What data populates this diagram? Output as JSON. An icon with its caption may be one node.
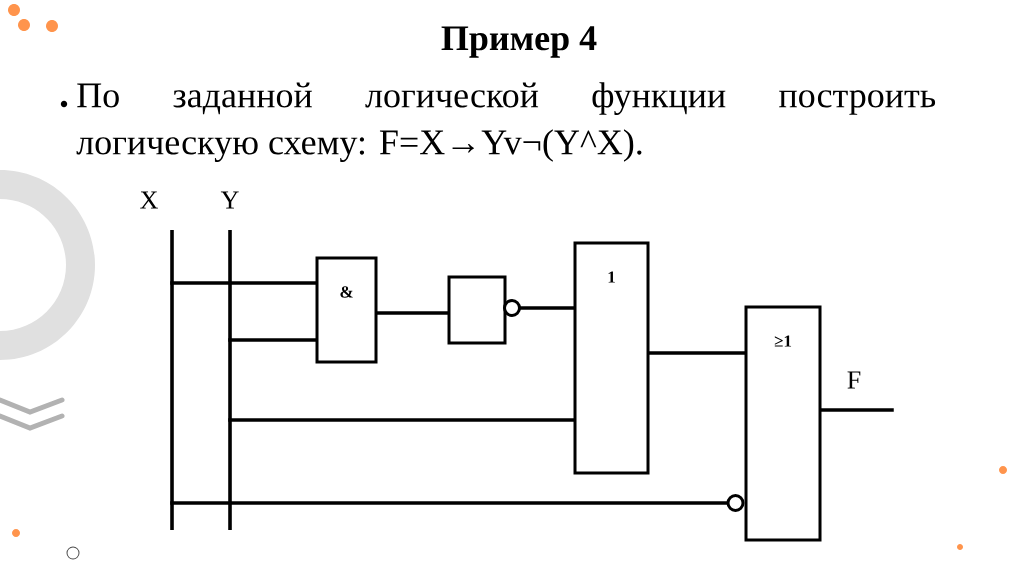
{
  "diagram": {
    "title": "Пример 4",
    "nodes": [
      {
        "text": [
          "X"
        ]
      },
      {
        "text": [
          "Y"
        ]
      },
      {
        "text": [
          "&"
        ]
      },
      {
        "text": [],
        "shape": "box"
      },
      {
        "text": [
          "1"
        ]
      },
      {
        "text": [
          "≥1"
        ]
      }
    ],
    "edges": [
      {
        "from": 0,
        "to": 2,
        "arrow": "none"
      },
      {
        "from": 1,
        "to": 2,
        "arrow": "none"
      },
      {
        "from": 2,
        "to": 3,
        "arrow": "none"
      },
      {
        "from": 3,
        "to": 4,
        "arrow": "none"
      },
      {
        "from": 1,
        "to": 4,
        "arrow": "none"
      },
      {
        "from": 4,
        "to": 5,
        "arrow": "none"
      },
      {
        "from": 0,
        "to": 5,
        "arrow": "other"
      },
      {
        "from": 5,
        "to": null,
        "arrow": "none",
        "label": "F"
      }
    ],
    "labels": [
      "По заданной логической функции построить логическую схему: F=X→Yv¬(Y^X)."
    ]
  }
}
